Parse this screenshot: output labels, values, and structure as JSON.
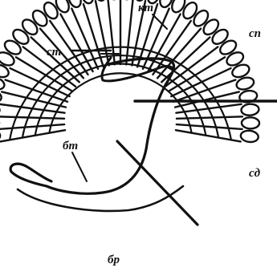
{
  "labels": {
    "km": "кт",
    "ct": "ст",
    "cn": "сп",
    "bt": "бт",
    "cd": "сд",
    "bp": "бр"
  }
}
